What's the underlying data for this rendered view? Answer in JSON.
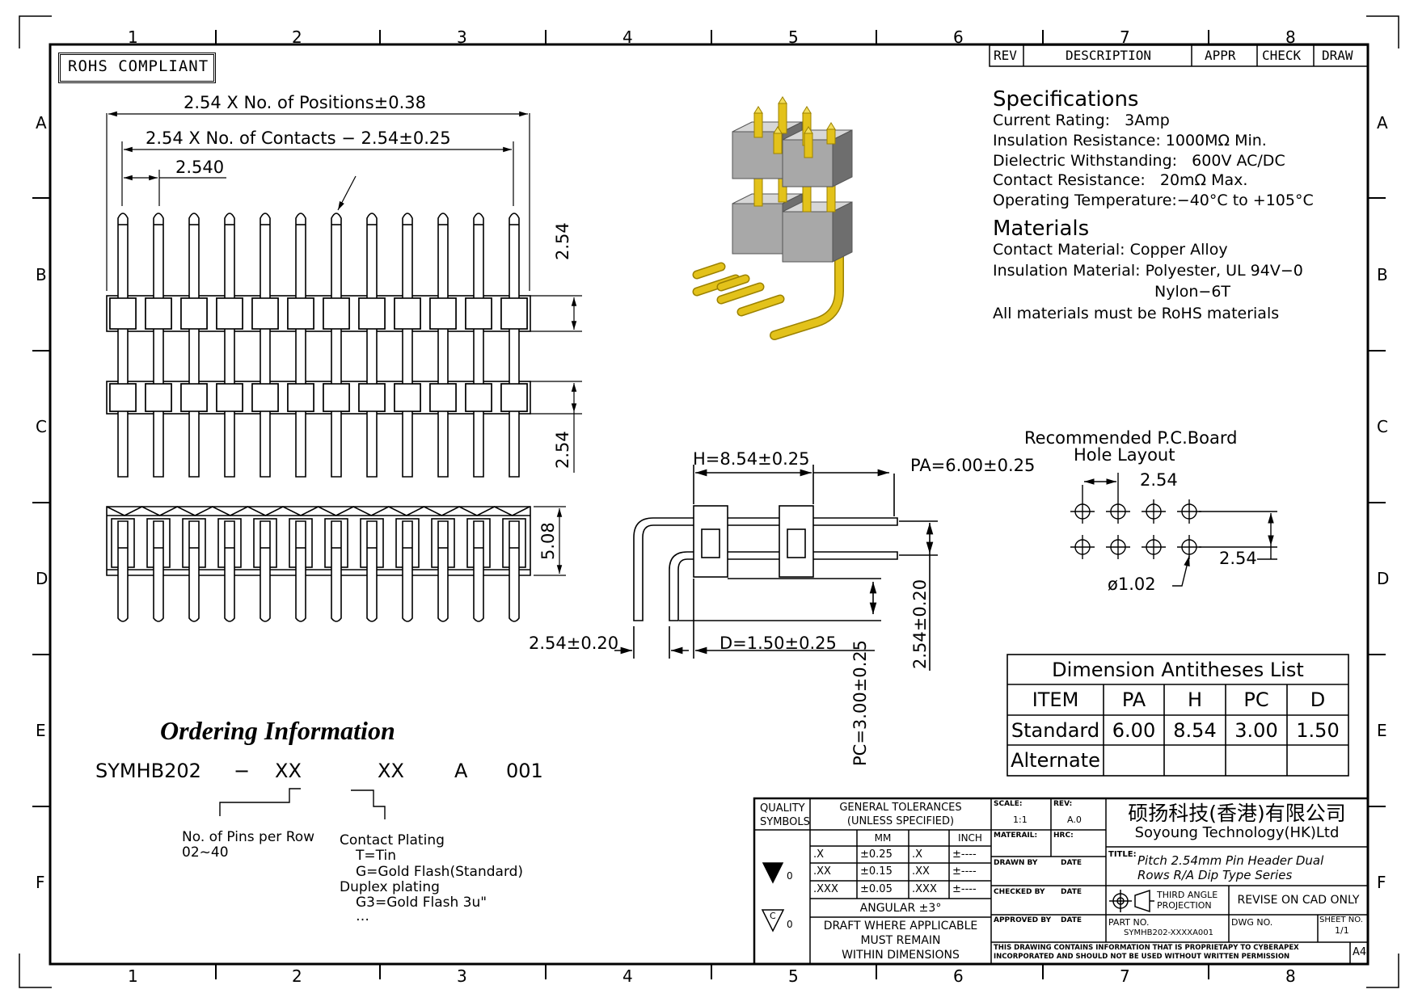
{
  "grid": {
    "columns": [
      "1",
      "2",
      "3",
      "4",
      "5",
      "6",
      "7",
      "8"
    ],
    "rows": [
      "A",
      "B",
      "C",
      "D",
      "E",
      "F"
    ]
  },
  "rohs": "ROHS COMPLIANT",
  "revision_block": {
    "rev": "REV",
    "description": "DESCRIPTION",
    "appr": "APPR",
    "check": "CHECK",
    "draw": "DRAW"
  },
  "specifications": {
    "title": "Specifications",
    "lines": [
      "Current Rating:   3Amp",
      "Insulation Resistance: 1000MΩ Min.",
      "Dielectric Withstanding:   600V AC/DC",
      "Contact Resistance:   20mΩ Max.",
      "Operating Temperature:−40°C to +105°C"
    ]
  },
  "materials": {
    "title": "Materials",
    "lines": [
      "Contact Material: Copper Alloy",
      "Insulation Material: Polyester, UL 94V−0",
      "Nylon−6T",
      "All materials must be RoHS materials"
    ]
  },
  "dimensions": {
    "positions": "2.54 X No. of Positions±0.38",
    "contacts": "2.54 X No. of Contacts − 2.54±0.25",
    "pitch": "2.540",
    "v_top": "2.54",
    "v_mid": "2.54",
    "v_side": "5.08",
    "h": "H=8.54±0.25",
    "pa": "PA=6.00±0.25",
    "row_pitch": "2.54±0.20",
    "d": "D=1.50±0.25",
    "pc": "PC=3.00±0.25",
    "v_right": "2.54±0.20"
  },
  "pcb_layout": {
    "title_line1": "Recommended P.C.Board",
    "title_line2": "Hole Layout",
    "pitch_h": "2.54",
    "pitch_v": "2.54",
    "hole": "ø1.02"
  },
  "antitheses": {
    "title": "Dimension Antitheses List",
    "headers": [
      "ITEM",
      "PA",
      "H",
      "PC",
      "D"
    ],
    "rows": [
      [
        "Standard",
        "6.00",
        "8.54",
        "3.00",
        "1.50"
      ],
      [
        "Alternate",
        "",
        "",
        "",
        ""
      ]
    ]
  },
  "ordering": {
    "title": "Ordering Information",
    "code": [
      "SYMHB202",
      "−",
      "XX",
      "XX",
      "A",
      "001"
    ],
    "pins_label": "No. of Pins per Row",
    "pins_range": "02~40",
    "plating_title": "Contact Plating",
    "plating_lines": [
      "T=Tin",
      "G=Gold Flash(Standard)"
    ],
    "duplex_title": "Duplex plating",
    "duplex_lines": [
      "G3=Gold Flash 3u\"",
      "…"
    ]
  },
  "title_block": {
    "quality": "QUALITY",
    "symbols": "SYMBOLS",
    "gen_tol1": "GENERAL TOLERANCES",
    "gen_tol2": "(UNLESS SPECIFIED)",
    "mm": "MM",
    "inch": "INCH",
    "tol_rows": [
      [
        ".X",
        "±0.25",
        ".X",
        "±----"
      ],
      [
        ".XX",
        "±0.15",
        ".XX",
        "±----"
      ],
      [
        ".XXX",
        "±0.05",
        ".XXX",
        "±----"
      ]
    ],
    "angular": "ANGULAR ±3°",
    "draft1": "DRAFT WHERE APPLICABLE",
    "draft2": "MUST REMAIN",
    "draft3": "WITHIN DIMENSIONS",
    "sym1": "0",
    "sym2": "0",
    "sym2_letter": "C",
    "scale_label": "SCALE:",
    "scale_value": "1:1",
    "rev_label": "REV:",
    "rev_value": "A.0",
    "material_label": "MATERAIL:",
    "hrc_label": "HRC:",
    "drawn_by": "DRAWN BY",
    "checked_by": "CHECKED BY",
    "approved_by": "APPROVED BY",
    "date": "DATE",
    "company_cn": "硕扬科技(香港)有限公司",
    "company_en": "Soyoung Technology(HK)Ltd",
    "title_label": "TITLE:",
    "title_line1": "Pitch 2.54mm Pin Header Dual",
    "title_line2": "Rows R/A Dip Type Series",
    "third_angle1": "THIRD ANGLE",
    "third_angle2": "PROJECTION",
    "revise": "REVISE ON CAD ONLY",
    "part_no_label": "PART NO.",
    "part_no": "SYMHB202-XXXXA001",
    "dwg_no_label": "DWG NO.",
    "sheet_no_label": "SHEET NO.",
    "sheet_no": "1/1",
    "notice1": "THIS DRAWING CONTAINS INFORMATION THAT IS PROPRIETAPY TO CYBERAPEX",
    "notice2": "INCORPORATED AND SHOULD NOT BE USED WITHOUT WRITTEN PERMISSION",
    "size": "A4"
  },
  "colors": {
    "gold": "#e3c21a",
    "gold_dark": "#9c8200",
    "housing": "#a8a8a8",
    "housing_dark": "#6e6e6e"
  }
}
